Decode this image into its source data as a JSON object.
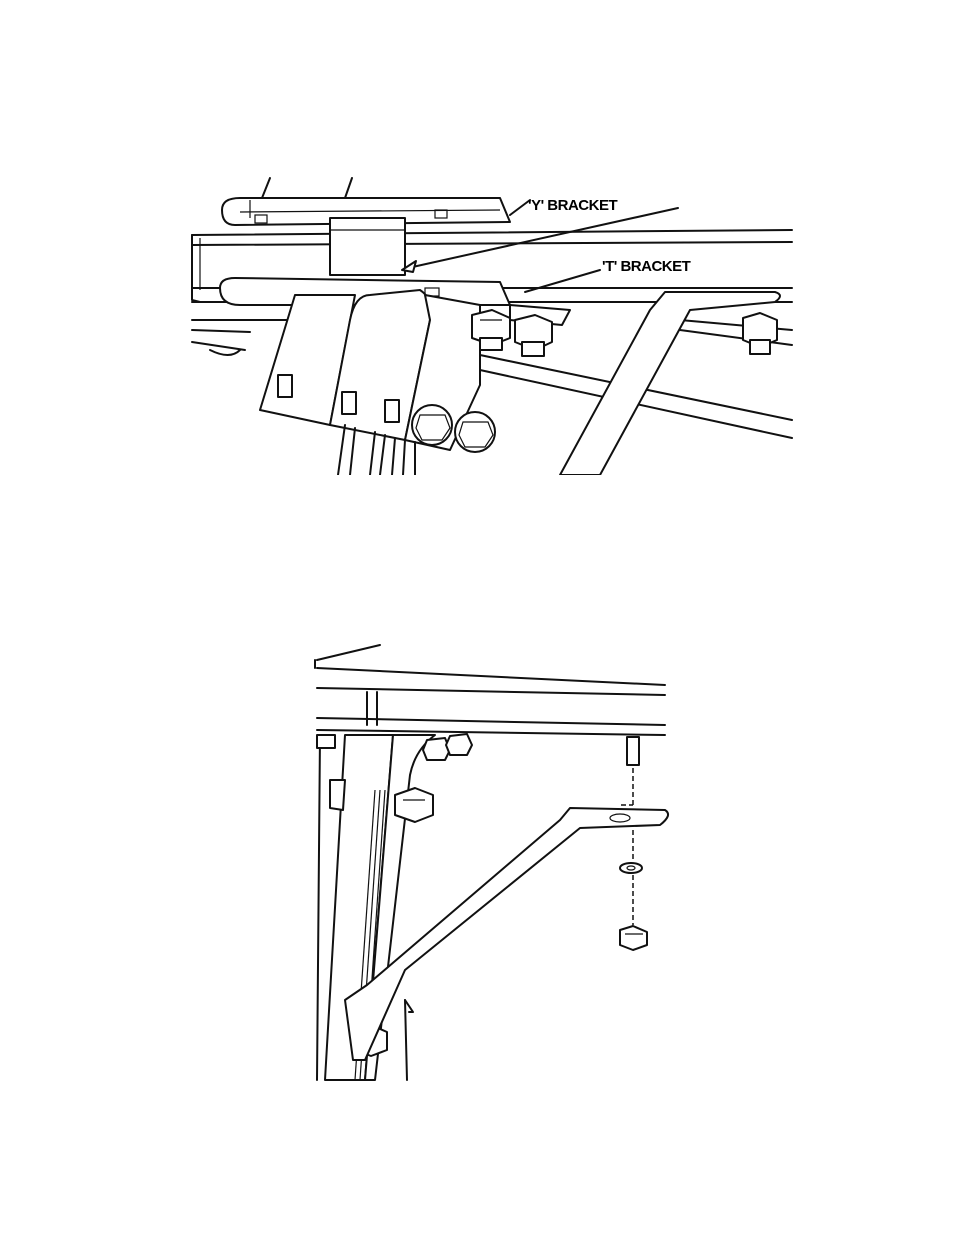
{
  "figure_top": {
    "labels": {
      "y_bracket": "'Y' BRACKET",
      "t_bracket": "'T' BRACKET"
    }
  },
  "figure_bottom": {
    "parts": [
      "stud",
      "brace-arm",
      "washer",
      "nut"
    ]
  }
}
